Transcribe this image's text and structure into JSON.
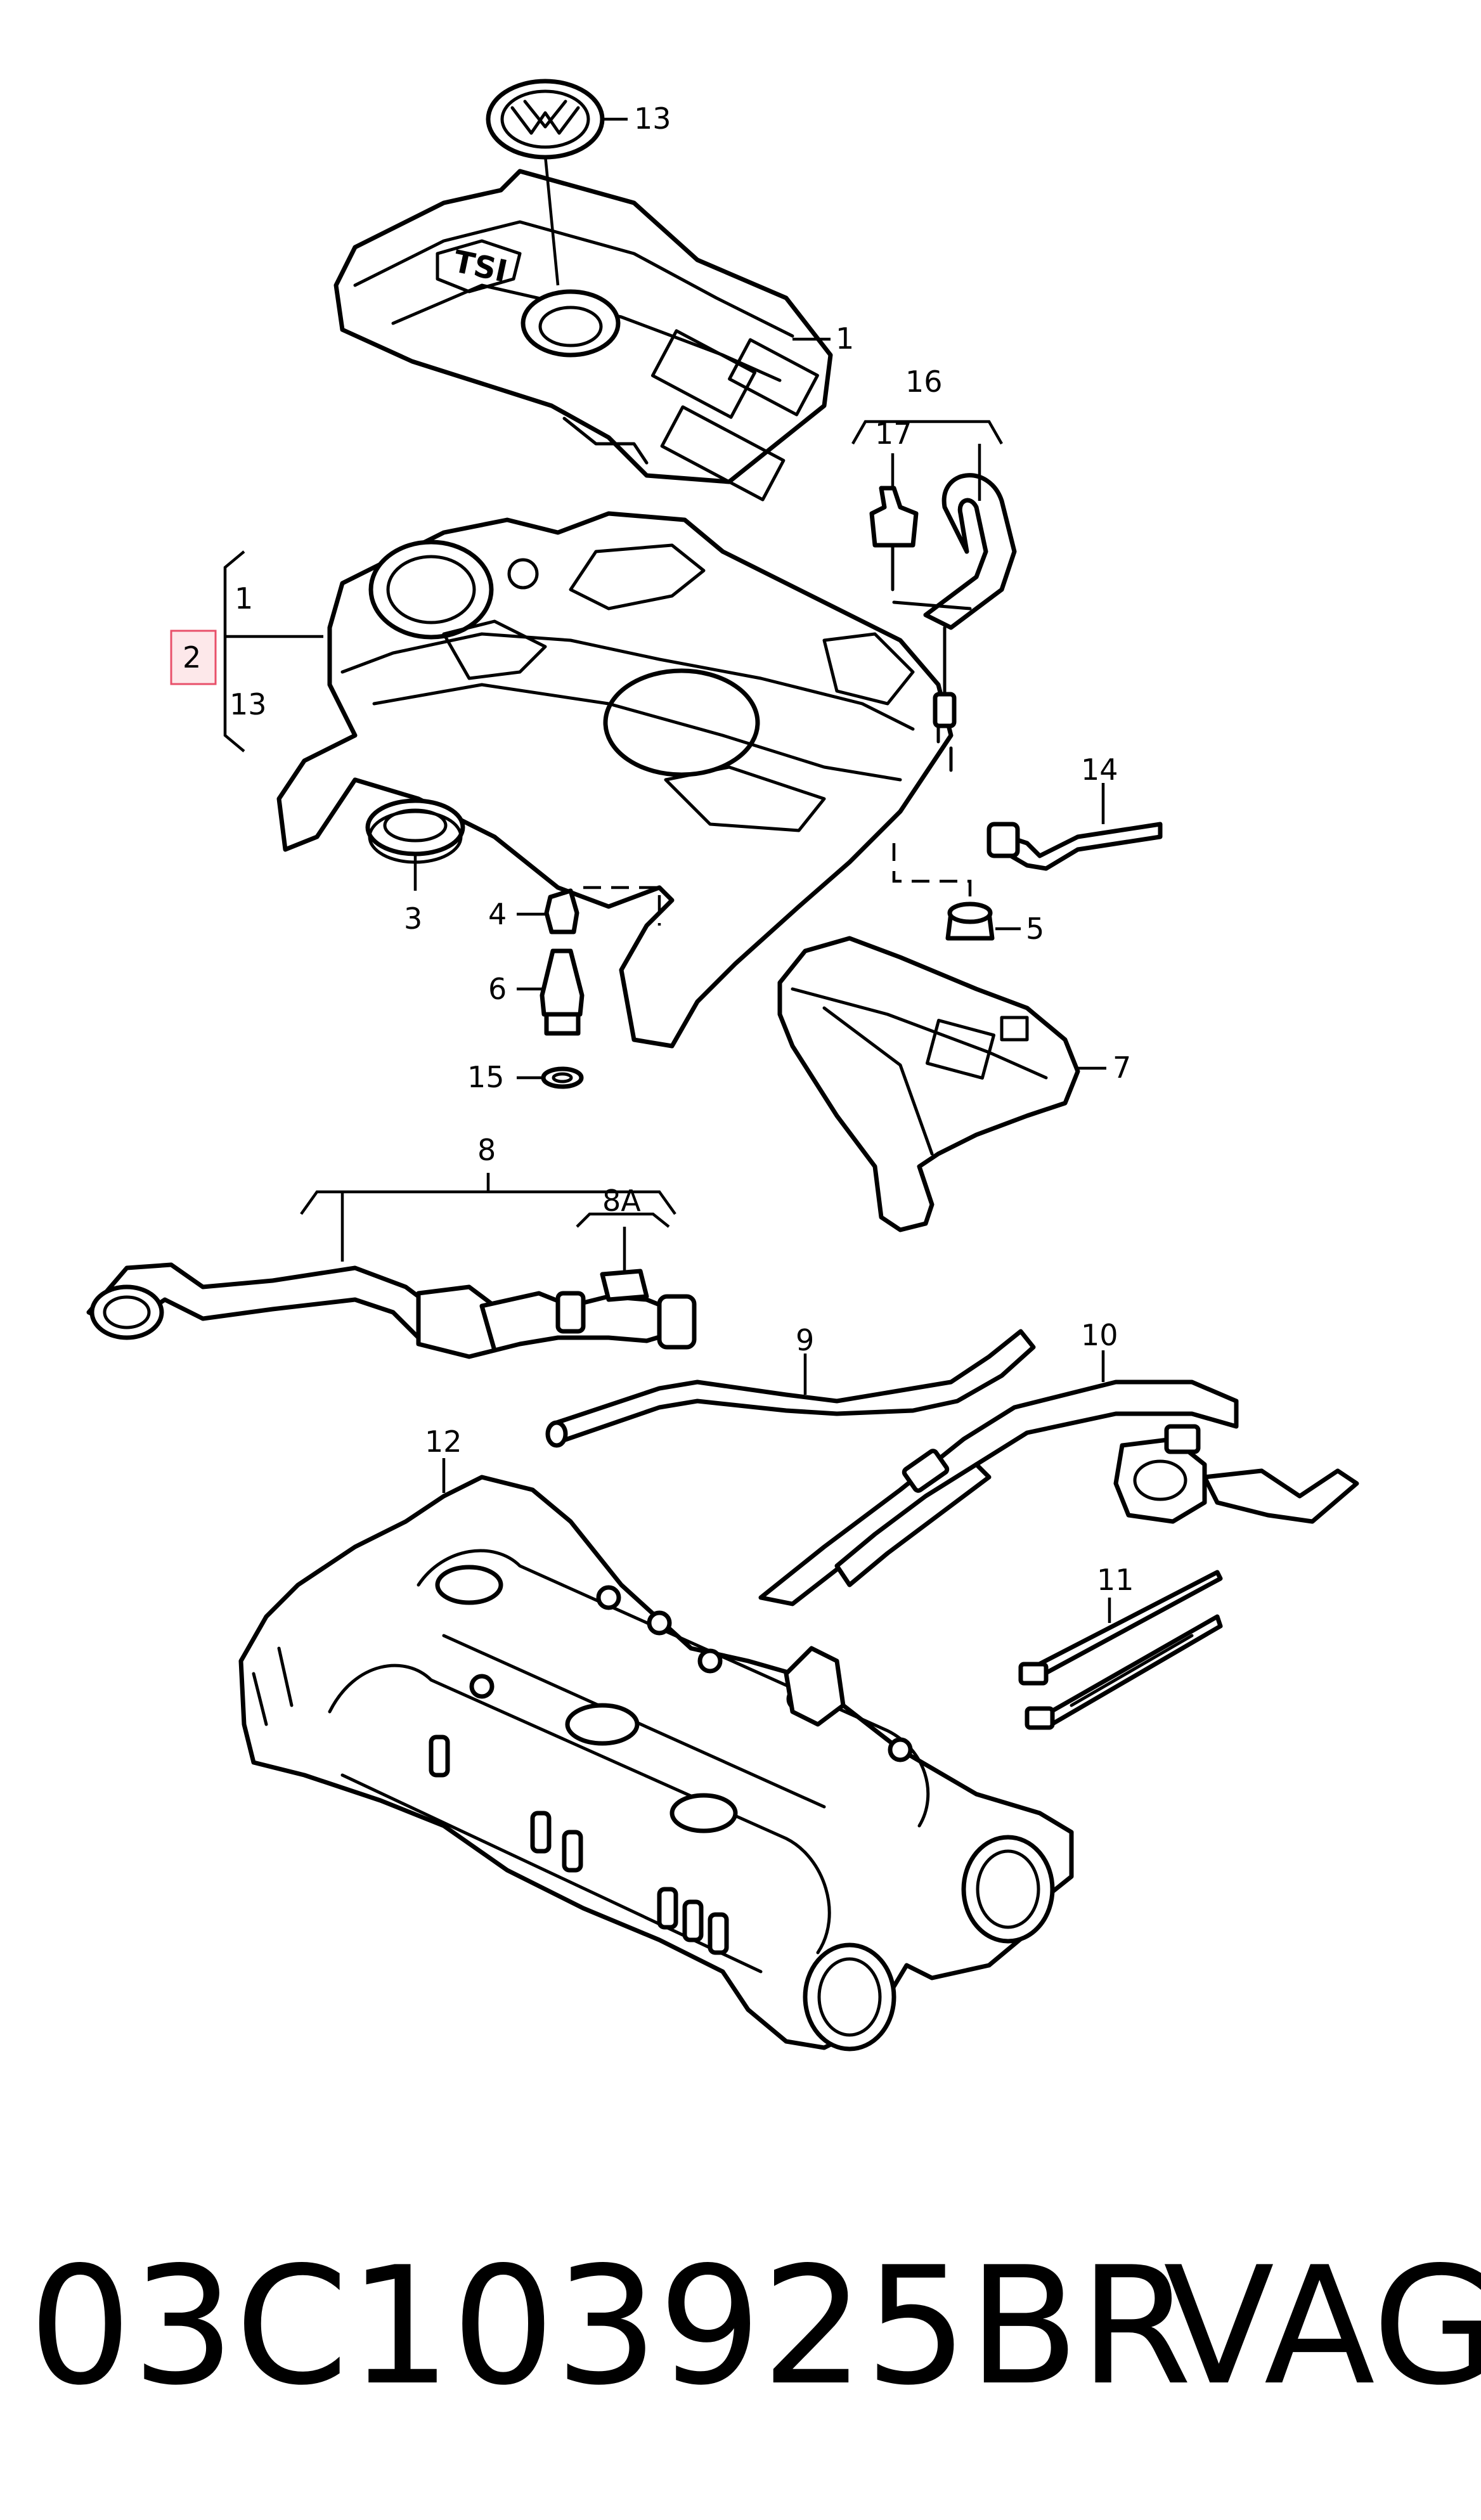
{
  "diagram": {
    "callouts": {
      "c13_top": "13",
      "c1_top": "1",
      "c16": "16",
      "c17": "17",
      "c1_bracket": "1",
      "c2": "2",
      "c13_bracket": "13",
      "c14": "14",
      "c3": "3",
      "c4": "4",
      "c5": "5",
      "c6": "6",
      "c7": "7",
      "c15": "15",
      "c8": "8",
      "c8A": "8A",
      "c9": "9",
      "c10": "10",
      "c12": "12",
      "c11": "11"
    },
    "highlight_color": "#e8506a",
    "cover_badge_text": "TSI"
  },
  "footer": {
    "part_number": "03C103925BR",
    "brand": "VAG"
  }
}
